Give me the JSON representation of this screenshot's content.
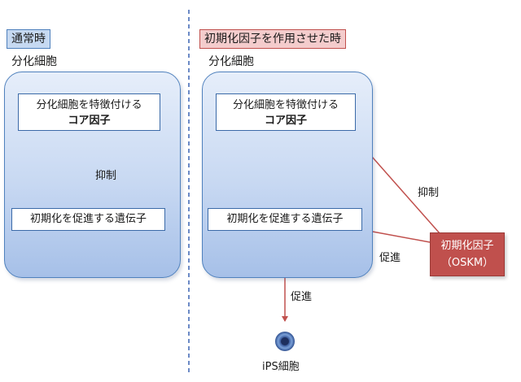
{
  "left_panel": {
    "tag": "通常時",
    "cell_label": "分化細胞",
    "core_box": {
      "line1": "分化細胞を特徴付ける",
      "line2": "コア因子"
    },
    "inhibit_label": "抑制",
    "init_box": "初期化を促進する遺伝子"
  },
  "right_panel": {
    "tag": "初期化因子を作用させた時",
    "cell_label": "分化細胞",
    "core_box": {
      "line1": "分化細胞を特徴付ける",
      "line2": "コア因子"
    },
    "init_box": "初期化を促進する遺伝子",
    "factor": {
      "line1": "初期化因子",
      "line2": "（OSKM）"
    },
    "inhibit_label": "抑制",
    "promote_label": "促進",
    "promote_down_label": "促進",
    "ips_label": "iPS細胞"
  },
  "colors": {
    "cell_border": "#4f81bd",
    "factor_fill": "#c0504d",
    "arrow_red": "#c0504d",
    "divider": "#3c64b4"
  }
}
